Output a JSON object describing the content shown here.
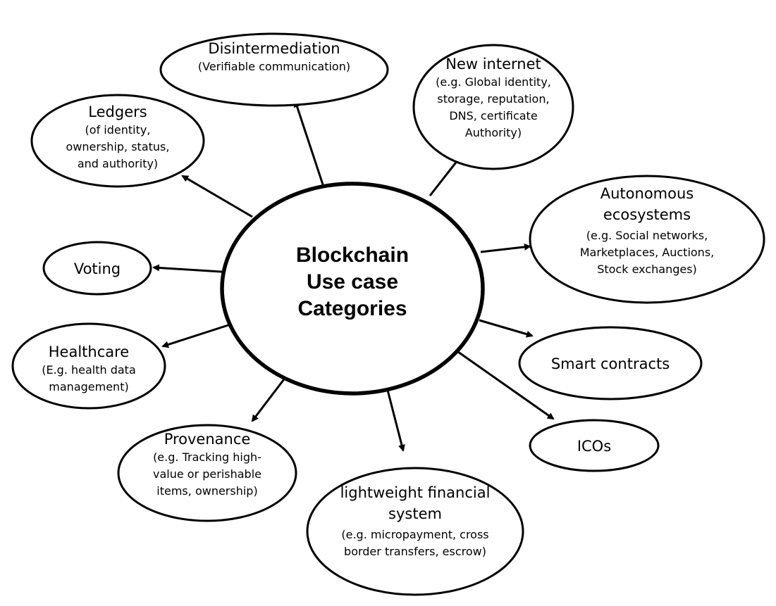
{
  "center": {
    "lines": [
      "Blockchain",
      "Use case",
      "Categories"
    ]
  },
  "nodes": {
    "disintermediation": {
      "title": [
        "Disintermediation"
      ],
      "sub": [
        "(Verifiable communication)"
      ]
    },
    "new_internet": {
      "title": [
        "New internet"
      ],
      "sub": [
        "(e.g. Global identity,",
        "storage, reputation,",
        "DNS, certificate",
        "Authority)"
      ]
    },
    "ledgers": {
      "title": [
        "Ledgers"
      ],
      "sub": [
        "(of identity,",
        "ownership, status,",
        "and authority)"
      ]
    },
    "autonomous": {
      "title": [
        "Autonomous",
        "ecosystems"
      ],
      "sub": [
        "(e.g. Social networks,",
        "Marketplaces, Auctions,",
        "Stock exchanges)"
      ]
    },
    "voting": {
      "title": [
        "Voting"
      ],
      "sub": []
    },
    "healthcare": {
      "title": [
        "Healthcare"
      ],
      "sub": [
        "(E.g. health data",
        "management)"
      ]
    },
    "smart_contracts": {
      "title": [
        "Smart contracts"
      ],
      "sub": []
    },
    "icos": {
      "title": [
        "ICOs"
      ],
      "sub": []
    },
    "provenance": {
      "title": [
        "Provenance"
      ],
      "sub": [
        "(e.g. Tracking high-",
        "value or perishable",
        "items, ownership)"
      ]
    },
    "lightweight": {
      "title": [
        "lightweight financial",
        "system"
      ],
      "sub": [
        "(e.g. micropayment, cross",
        "border transfers, escrow)"
      ]
    }
  }
}
